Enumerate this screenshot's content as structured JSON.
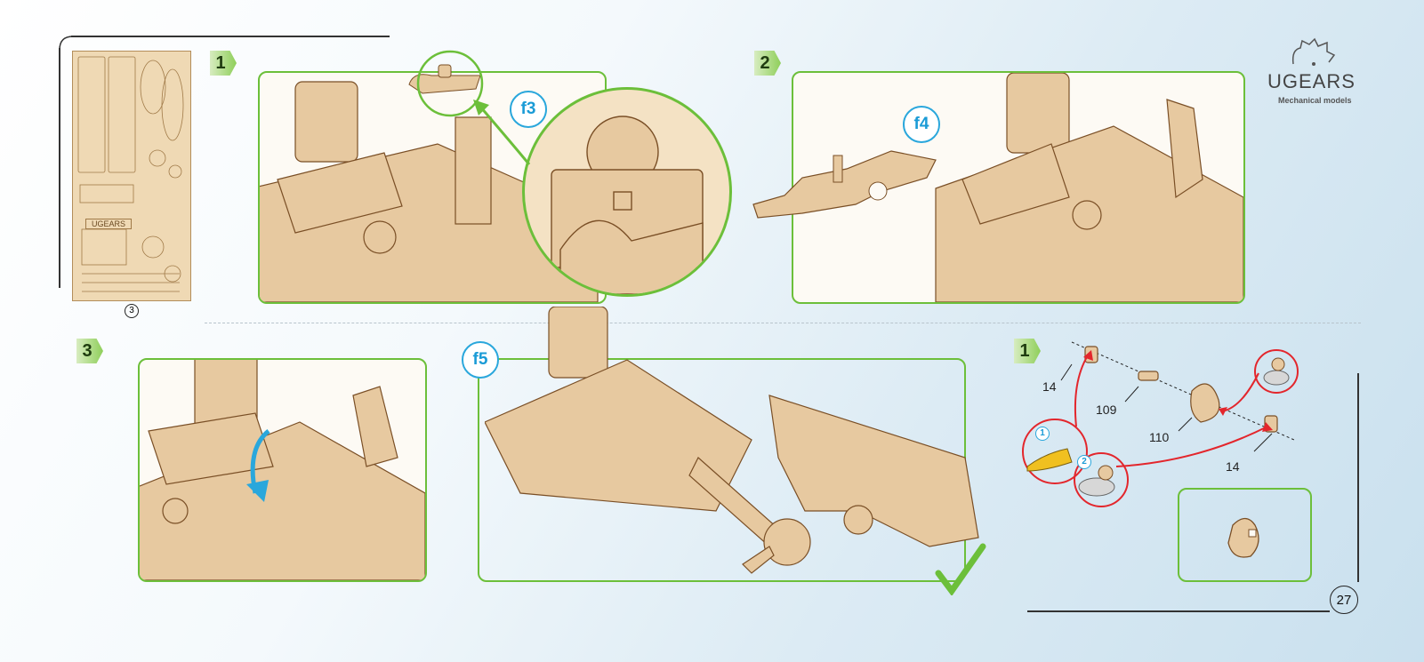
{
  "brand": {
    "name": "UGEARS",
    "tagline": "Mechanical models"
  },
  "page_number": "27",
  "sheet": {
    "label": "UGEARS",
    "number": "3"
  },
  "steps": [
    {
      "badge": "1",
      "callout": "f3"
    },
    {
      "badge": "2",
      "callout": "f4"
    },
    {
      "badge": "3",
      "callout": "f5"
    }
  ],
  "subassembly": {
    "badge": "1",
    "parts": [
      "14",
      "109",
      "110",
      "14"
    ],
    "markers": [
      "1",
      "2"
    ]
  },
  "colors": {
    "frame": "#6cbf3a",
    "callout": "#2aa7dc",
    "arrow": "#e3262c",
    "wood": "#e7c9a0"
  }
}
